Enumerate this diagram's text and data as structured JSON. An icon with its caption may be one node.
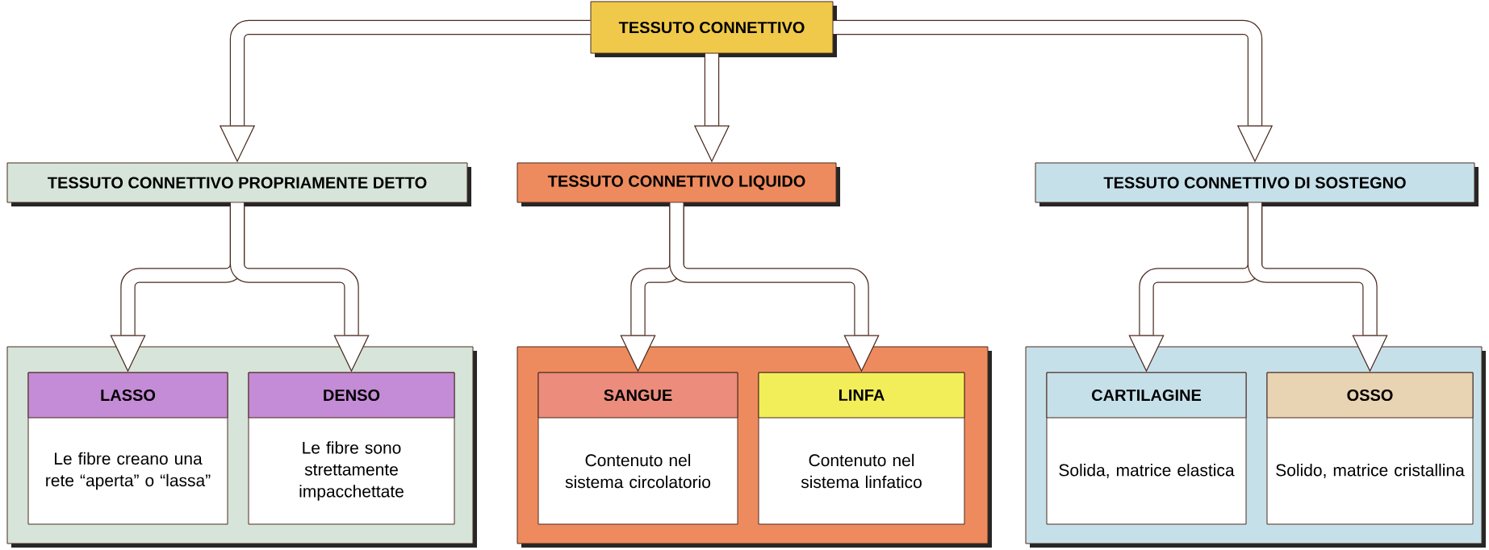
{
  "diagram": {
    "nodes": [
      {
        "text": [
          "TESSUTO CONNETTIVO"
        ]
      },
      {
        "text": [
          "TESSUTO CONNETTIVO PROPRIAMENTE DETTO"
        ]
      },
      {
        "text": [
          "TESSUTO CONNETTIVO LIQUIDO"
        ]
      },
      {
        "text": [
          "TESSUTO CONNETTIVO DI SOSTEGNO"
        ]
      },
      {
        "text": [],
        "shape": "box"
      },
      {
        "text": [
          "LASSO",
          "Le fibre creano una rete “aperta” o “lassa”"
        ],
        "in": 4
      },
      {
        "text": [
          "DENSO",
          "Le fibre sono strettamente impacchettate"
        ],
        "in": 4
      },
      {
        "text": [],
        "shape": "box"
      },
      {
        "text": [
          "SANGUE",
          "Contenuto nel sistema circolatorio"
        ],
        "in": 7
      },
      {
        "text": [
          "LINFA",
          "Contenuto nel sistema linfatico"
        ],
        "in": 7
      },
      {
        "text": [],
        "shape": "box"
      },
      {
        "text": [
          "CARTILAGINE",
          "Solida, matrice elastica"
        ],
        "in": 10
      },
      {
        "text": [
          "OSSO",
          "Solido, matrice cristallina"
        ],
        "in": 10
      }
    ],
    "edges": [
      {
        "from": 0,
        "to": 1,
        "arrow": "to"
      },
      {
        "from": 0,
        "to": 2,
        "arrow": "to"
      },
      {
        "from": 0,
        "to": 3,
        "arrow": "to"
      },
      {
        "from": 1,
        "to": 5,
        "arrow": "to"
      },
      {
        "from": 1,
        "to": 6,
        "arrow": "to"
      },
      {
        "from": 2,
        "to": 8,
        "arrow": "to"
      },
      {
        "from": 2,
        "to": 9,
        "arrow": "to"
      },
      {
        "from": 3,
        "to": 11,
        "arrow": "to"
      },
      {
        "from": 3,
        "to": 12,
        "arrow": "to"
      }
    ]
  }
}
